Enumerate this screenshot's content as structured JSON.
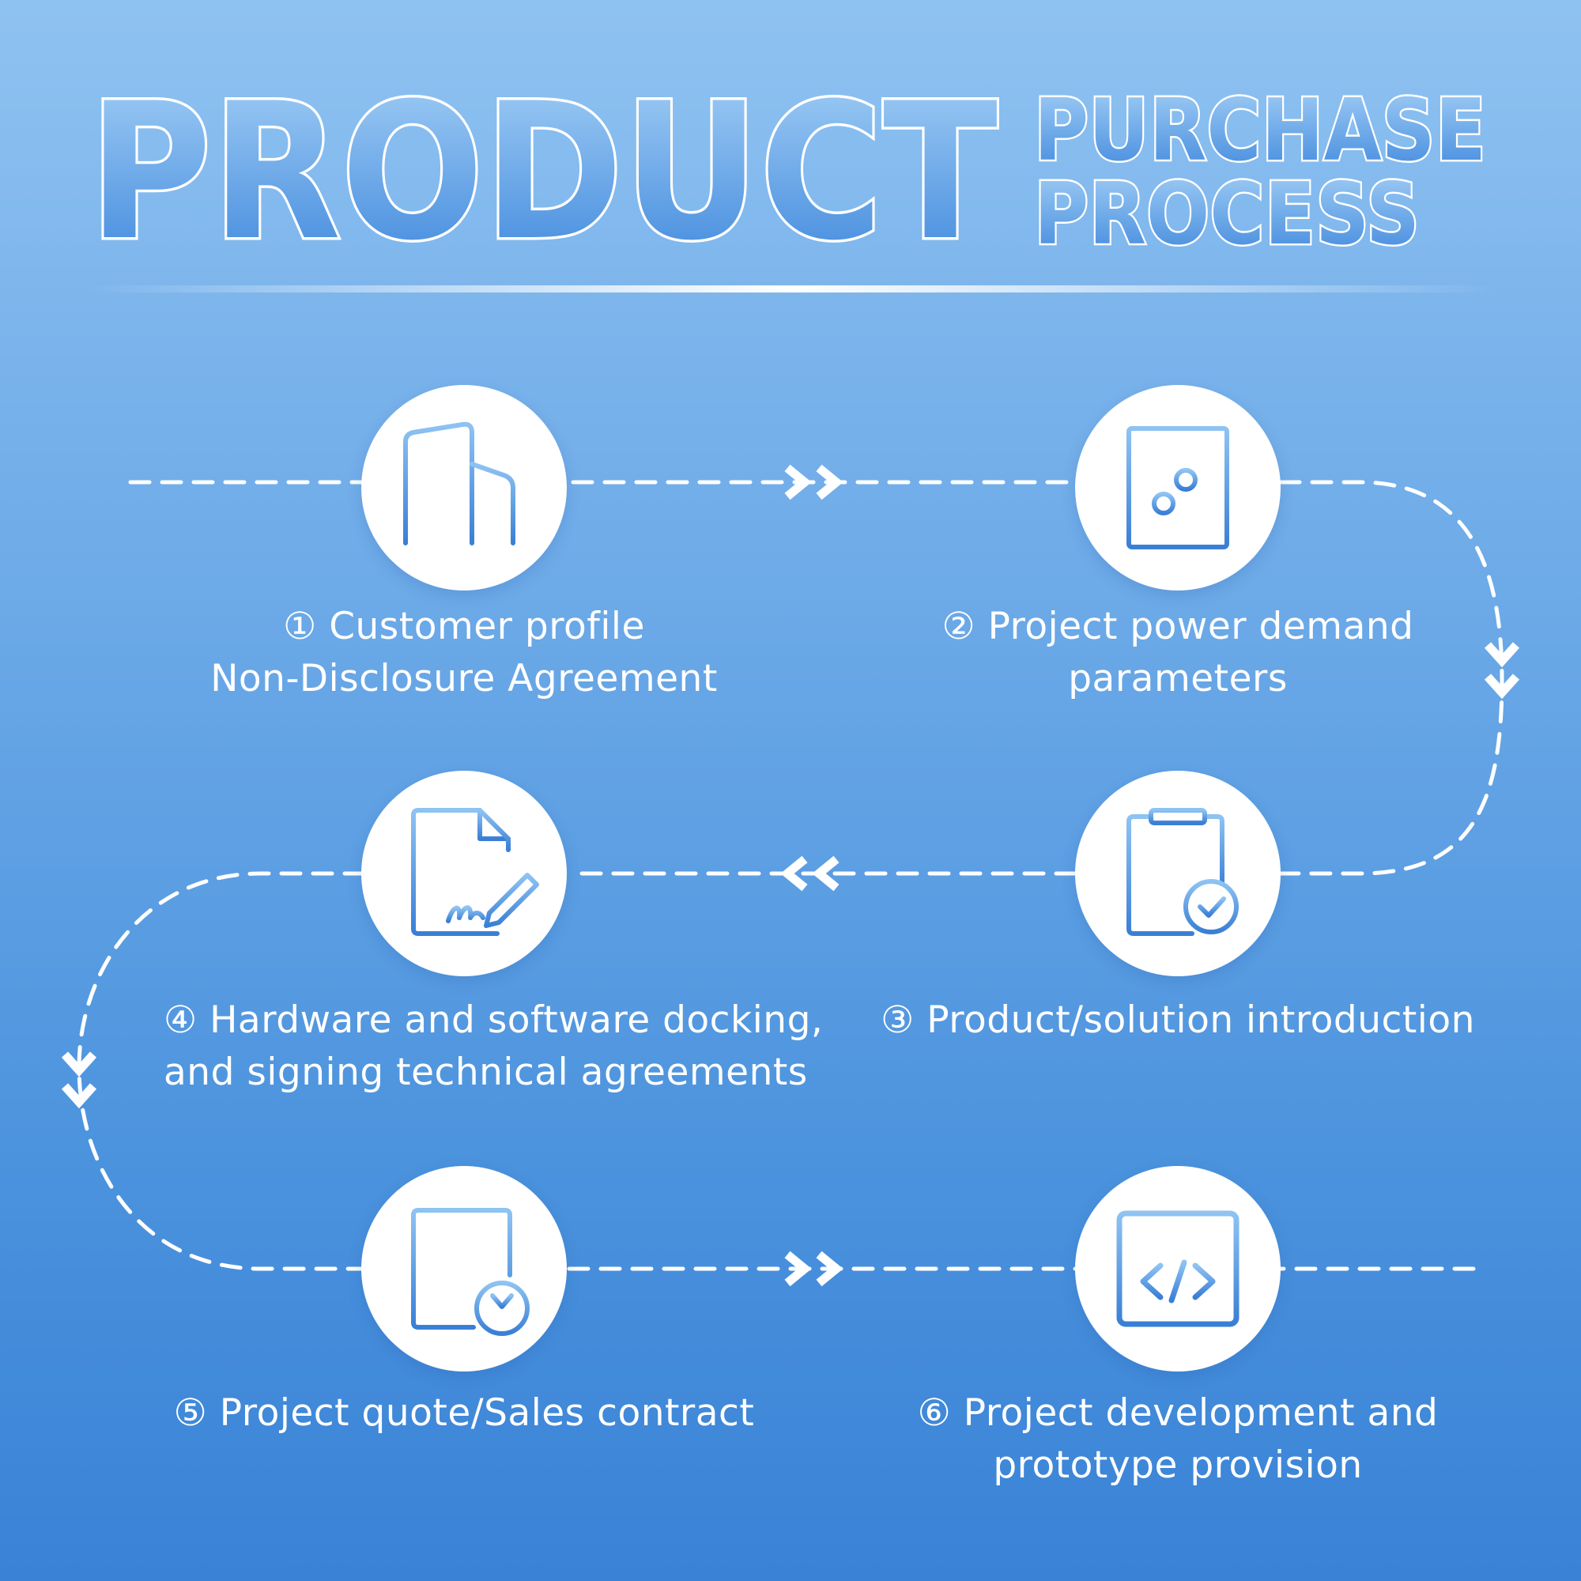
{
  "title": {
    "main": "PRODUCT",
    "sub_line1": "PURCHASE",
    "sub_line2": "PROCESS"
  },
  "colors": {
    "icon_light": "#8ec3f2",
    "icon_dark": "#3a7fd6",
    "title_light": "#a4d0f6",
    "title_dark": "#3d86dc",
    "line": "#ffffff"
  },
  "steps": [
    {
      "number": "①",
      "line1": "Customer profile",
      "line2": "Non-Disclosure Agreement",
      "icon": "building-icon"
    },
    {
      "number": "②",
      "line1": "Project power demand",
      "line2": "parameters",
      "icon": "document-sliders-icon"
    },
    {
      "number": "③",
      "line1": "Product/solution introduction",
      "line2": "",
      "icon": "clipboard-check-icon"
    },
    {
      "number": "④",
      "line1": "Hardware and software docking,",
      "line2": "and signing technical agreements",
      "icon": "contract-signature-icon"
    },
    {
      "number": "⑤",
      "line1": "Project quote/Sales contract",
      "line2": "",
      "icon": "invoice-yen-icon"
    },
    {
      "number": "⑥",
      "line1": "Project development and",
      "line2": "prototype provision",
      "icon": "code-window-icon"
    }
  ]
}
